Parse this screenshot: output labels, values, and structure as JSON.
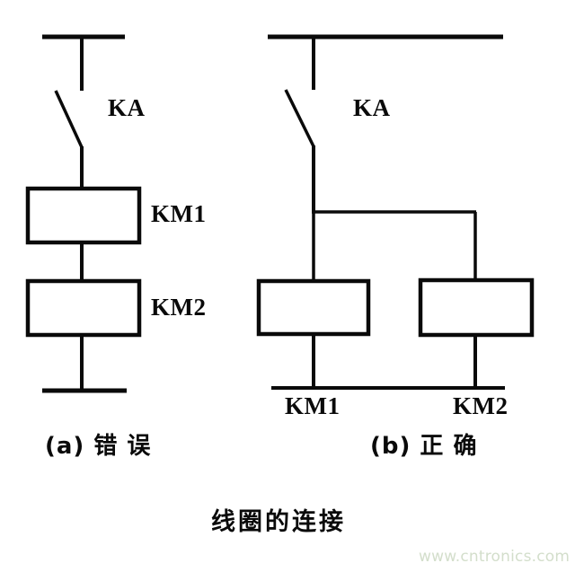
{
  "figure": {
    "title": "线圈的连接",
    "background_color": "#ffffff",
    "line_color": "#0a0a0a",
    "watermark": {
      "text": "www.cntronics.com",
      "color": "#d3decb"
    }
  },
  "panels": [
    {
      "id": "panel-a",
      "caption_marker": "(a)",
      "caption_text": "错 误",
      "caption_full": "(a) 错 误",
      "relay_label": "KA",
      "coil_labels": [
        "KM1",
        "KM2"
      ],
      "topology": "series",
      "description": "两个接触器线圈串联在一条支路上"
    },
    {
      "id": "panel-b",
      "caption_marker": "(b)",
      "caption_text": "正 确",
      "caption_full": "(b) 正 确",
      "relay_label": "KA",
      "coil_labels": [
        "KM1",
        "KM2"
      ],
      "topology": "parallel",
      "description": "两个接触器线圈并联在两条支路上"
    }
  ],
  "labels": {
    "left_ka": "KA",
    "left_km1": "KM1",
    "left_km2": "KM2",
    "right_ka": "KA",
    "right_km1": "KM1",
    "right_km2": "KM2",
    "caption_a": "(a) 错 误",
    "caption_b": "(b) 正 确",
    "title": "线圈的连接",
    "watermark": "www.cntronics.com"
  }
}
